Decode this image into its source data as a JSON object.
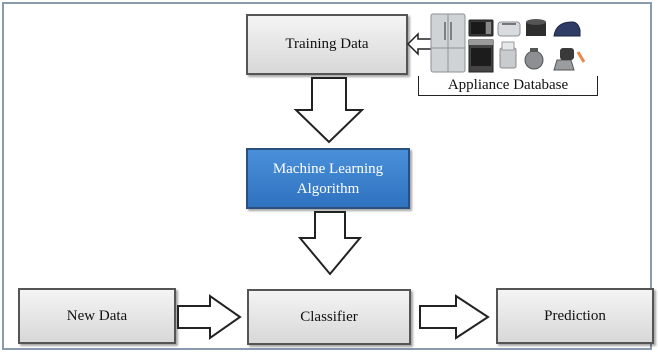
{
  "boxes": {
    "training_data": "Training Data",
    "ml_algorithm_line1": "Machine Learning",
    "ml_algorithm_line2": "Algorithm",
    "new_data": "New Data",
    "classifier": "Classifier",
    "prediction": "Prediction"
  },
  "database_label": "Appliance Database",
  "appliance_icons": [
    "refrigerator-icon",
    "microwave-icon",
    "toaster-icon",
    "multicooker-icon",
    "iron-icon",
    "oven-icon",
    "food-processor-icon",
    "kettle-icon",
    "mixer-icon"
  ]
}
